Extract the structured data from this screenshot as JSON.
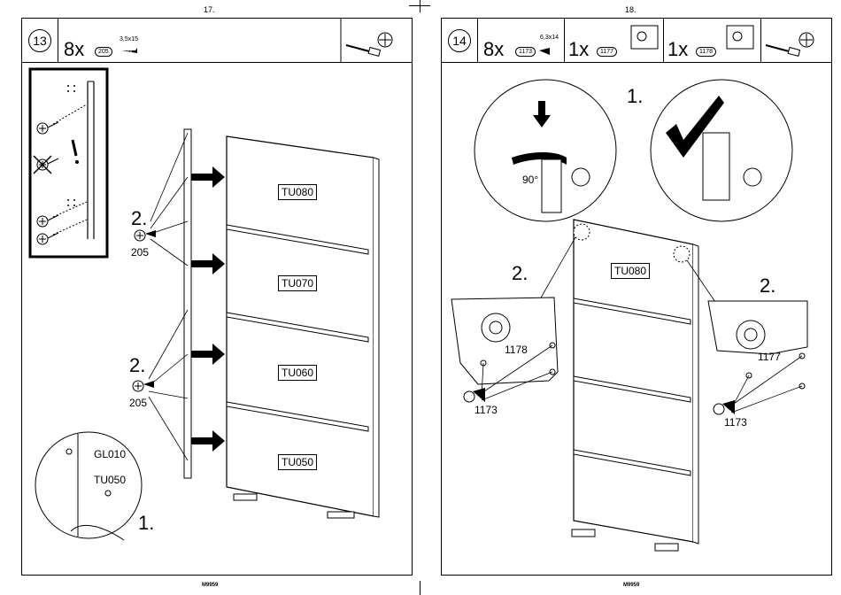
{
  "left_page": {
    "page_number": "17.",
    "footer_code": "M9959",
    "step_number": "13",
    "qty": "8x",
    "part_code": "205",
    "screw_size": "3,5x15",
    "labels": {
      "two_a": "2.",
      "two_b": "2.",
      "part_a": "205",
      "part_b": "205",
      "one": "1."
    },
    "panels": [
      "TU080",
      "TU070",
      "TU060",
      "TU050"
    ],
    "zoom": {
      "top": "GL010",
      "bottom": "TU050"
    }
  },
  "right_page": {
    "page_number": "18.",
    "footer_code": "M9959",
    "step_number": "14",
    "header_items": [
      {
        "qty": "8x",
        "code": "1173",
        "extra": "6,3x14"
      },
      {
        "qty": "1x",
        "code": "1177"
      },
      {
        "qty": "1x",
        "code": "1178"
      }
    ],
    "labels": {
      "one": "1.",
      "angle": "90°",
      "two_left": "2.",
      "two_right": "2.",
      "part_1178": "1178",
      "part_1173_left": "1173",
      "part_1177": "1177",
      "part_1173_right": "1173"
    },
    "panel": "TU080"
  }
}
